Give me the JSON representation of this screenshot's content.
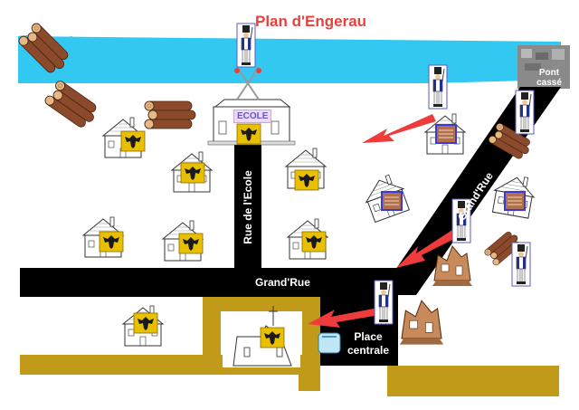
{
  "map": {
    "title": "Plan d'Engerau",
    "labels": {
      "ecole": "ECOLE",
      "pont_casse": "Pont cassé",
      "rue_ecole": "Rue de l'Ecole",
      "grand_rue_horizontal": "Grand'Rue",
      "grand_rue_diagonal": "Grand'Rue",
      "place_centrale": "Place centrale"
    }
  },
  "colors": {
    "river": "#33c8f2",
    "road": "#000000",
    "ochre_wall": "#c29a1a",
    "arrow": "#ee3b3b",
    "title": "#e8413b",
    "eagle_badge": "#e8c000",
    "enemy_badge": "#3a3ad8"
  },
  "icons": {
    "soldier": "napoleonic-soldier-icon",
    "eagle": "imperial-eagle-icon",
    "logs": "log-pile-icon",
    "house": "house-icon",
    "ruin": "ruined-house-icon"
  }
}
